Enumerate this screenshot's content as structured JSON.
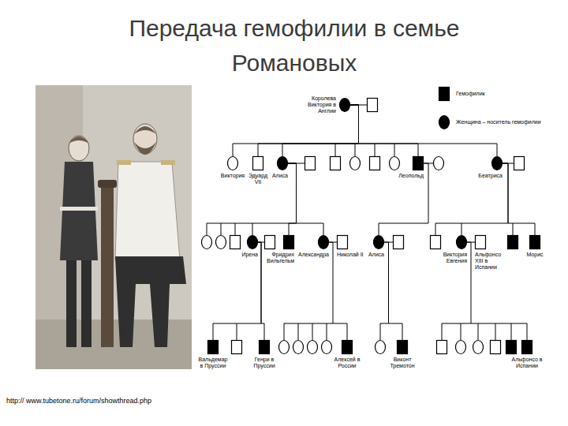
{
  "diagram": {
    "title": "Передача гемофилии в семье Романовых",
    "nodes": [
      {
        "text": [
          "Королева Виктория в Англии"
        ]
      },
      {
        "text": [
          "Виктория"
        ]
      },
      {
        "text": [
          "Эдуард VII"
        ]
      },
      {
        "text": [
          "Алиса"
        ]
      },
      {
        "text": [
          "Леопольд"
        ]
      },
      {
        "text": [
          "Беатриса"
        ]
      },
      {
        "text": [
          "Ирена"
        ]
      },
      {
        "text": [
          "Фридрих Вильгельм"
        ]
      },
      {
        "text": [
          "Александра"
        ]
      },
      {
        "text": [
          "Николай II"
        ]
      },
      {
        "text": [
          "Алиса"
        ]
      },
      {
        "text": [
          "Виктория Евгения"
        ]
      },
      {
        "text": [
          "Альфонсо XIII в Испании"
        ]
      },
      {
        "text": [
          "Морис"
        ]
      },
      {
        "text": [
          "Вальдемар в Пруссии"
        ]
      },
      {
        "text": [
          "Генри в Пруссии"
        ]
      },
      {
        "text": [
          "Алексей в России"
        ]
      },
      {
        "text": [
          "Виконт Тремотон"
        ]
      },
      {
        "text": [
          "Альфонсо в Испании"
        ]
      }
    ],
    "edges": [
      {
        "from": 0,
        "to": 1,
        "arrow": "none"
      },
      {
        "from": 0,
        "to": 2,
        "arrow": "none"
      },
      {
        "from": 0,
        "to": 3,
        "arrow": "none"
      },
      {
        "from": 0,
        "to": 4,
        "arrow": "none"
      },
      {
        "from": 0,
        "to": 5,
        "arrow": "none"
      },
      {
        "from": 3,
        "to": 6,
        "arrow": "none"
      },
      {
        "from": 3,
        "to": 7,
        "arrow": "none"
      },
      {
        "from": 3,
        "to": 8,
        "arrow": "none"
      },
      {
        "from": 4,
        "to": 10,
        "arrow": "none"
      },
      {
        "from": 5,
        "to": 11,
        "arrow": "none"
      },
      {
        "from": 5,
        "to": 13,
        "arrow": "none"
      },
      {
        "from": 8,
        "to": 9,
        "arrow": "none"
      },
      {
        "from": 11,
        "to": 12,
        "arrow": "none"
      },
      {
        "from": 6,
        "to": 14,
        "arrow": "none"
      },
      {
        "from": 6,
        "to": 15,
        "arrow": "none"
      },
      {
        "from": 8,
        "to": 16,
        "arrow": "none"
      },
      {
        "from": 10,
        "to": 17,
        "arrow": "none"
      },
      {
        "from": 11,
        "to": 18,
        "arrow": "none"
      }
    ],
    "labels": [
      "http:// www.tubetone.ru/forum/showthread.php"
    ],
    "legend": [
      {
        "text": "Гемофилик"
      },
      {
        "text": "Женщина – носитель гемофилии"
      }
    ]
  }
}
